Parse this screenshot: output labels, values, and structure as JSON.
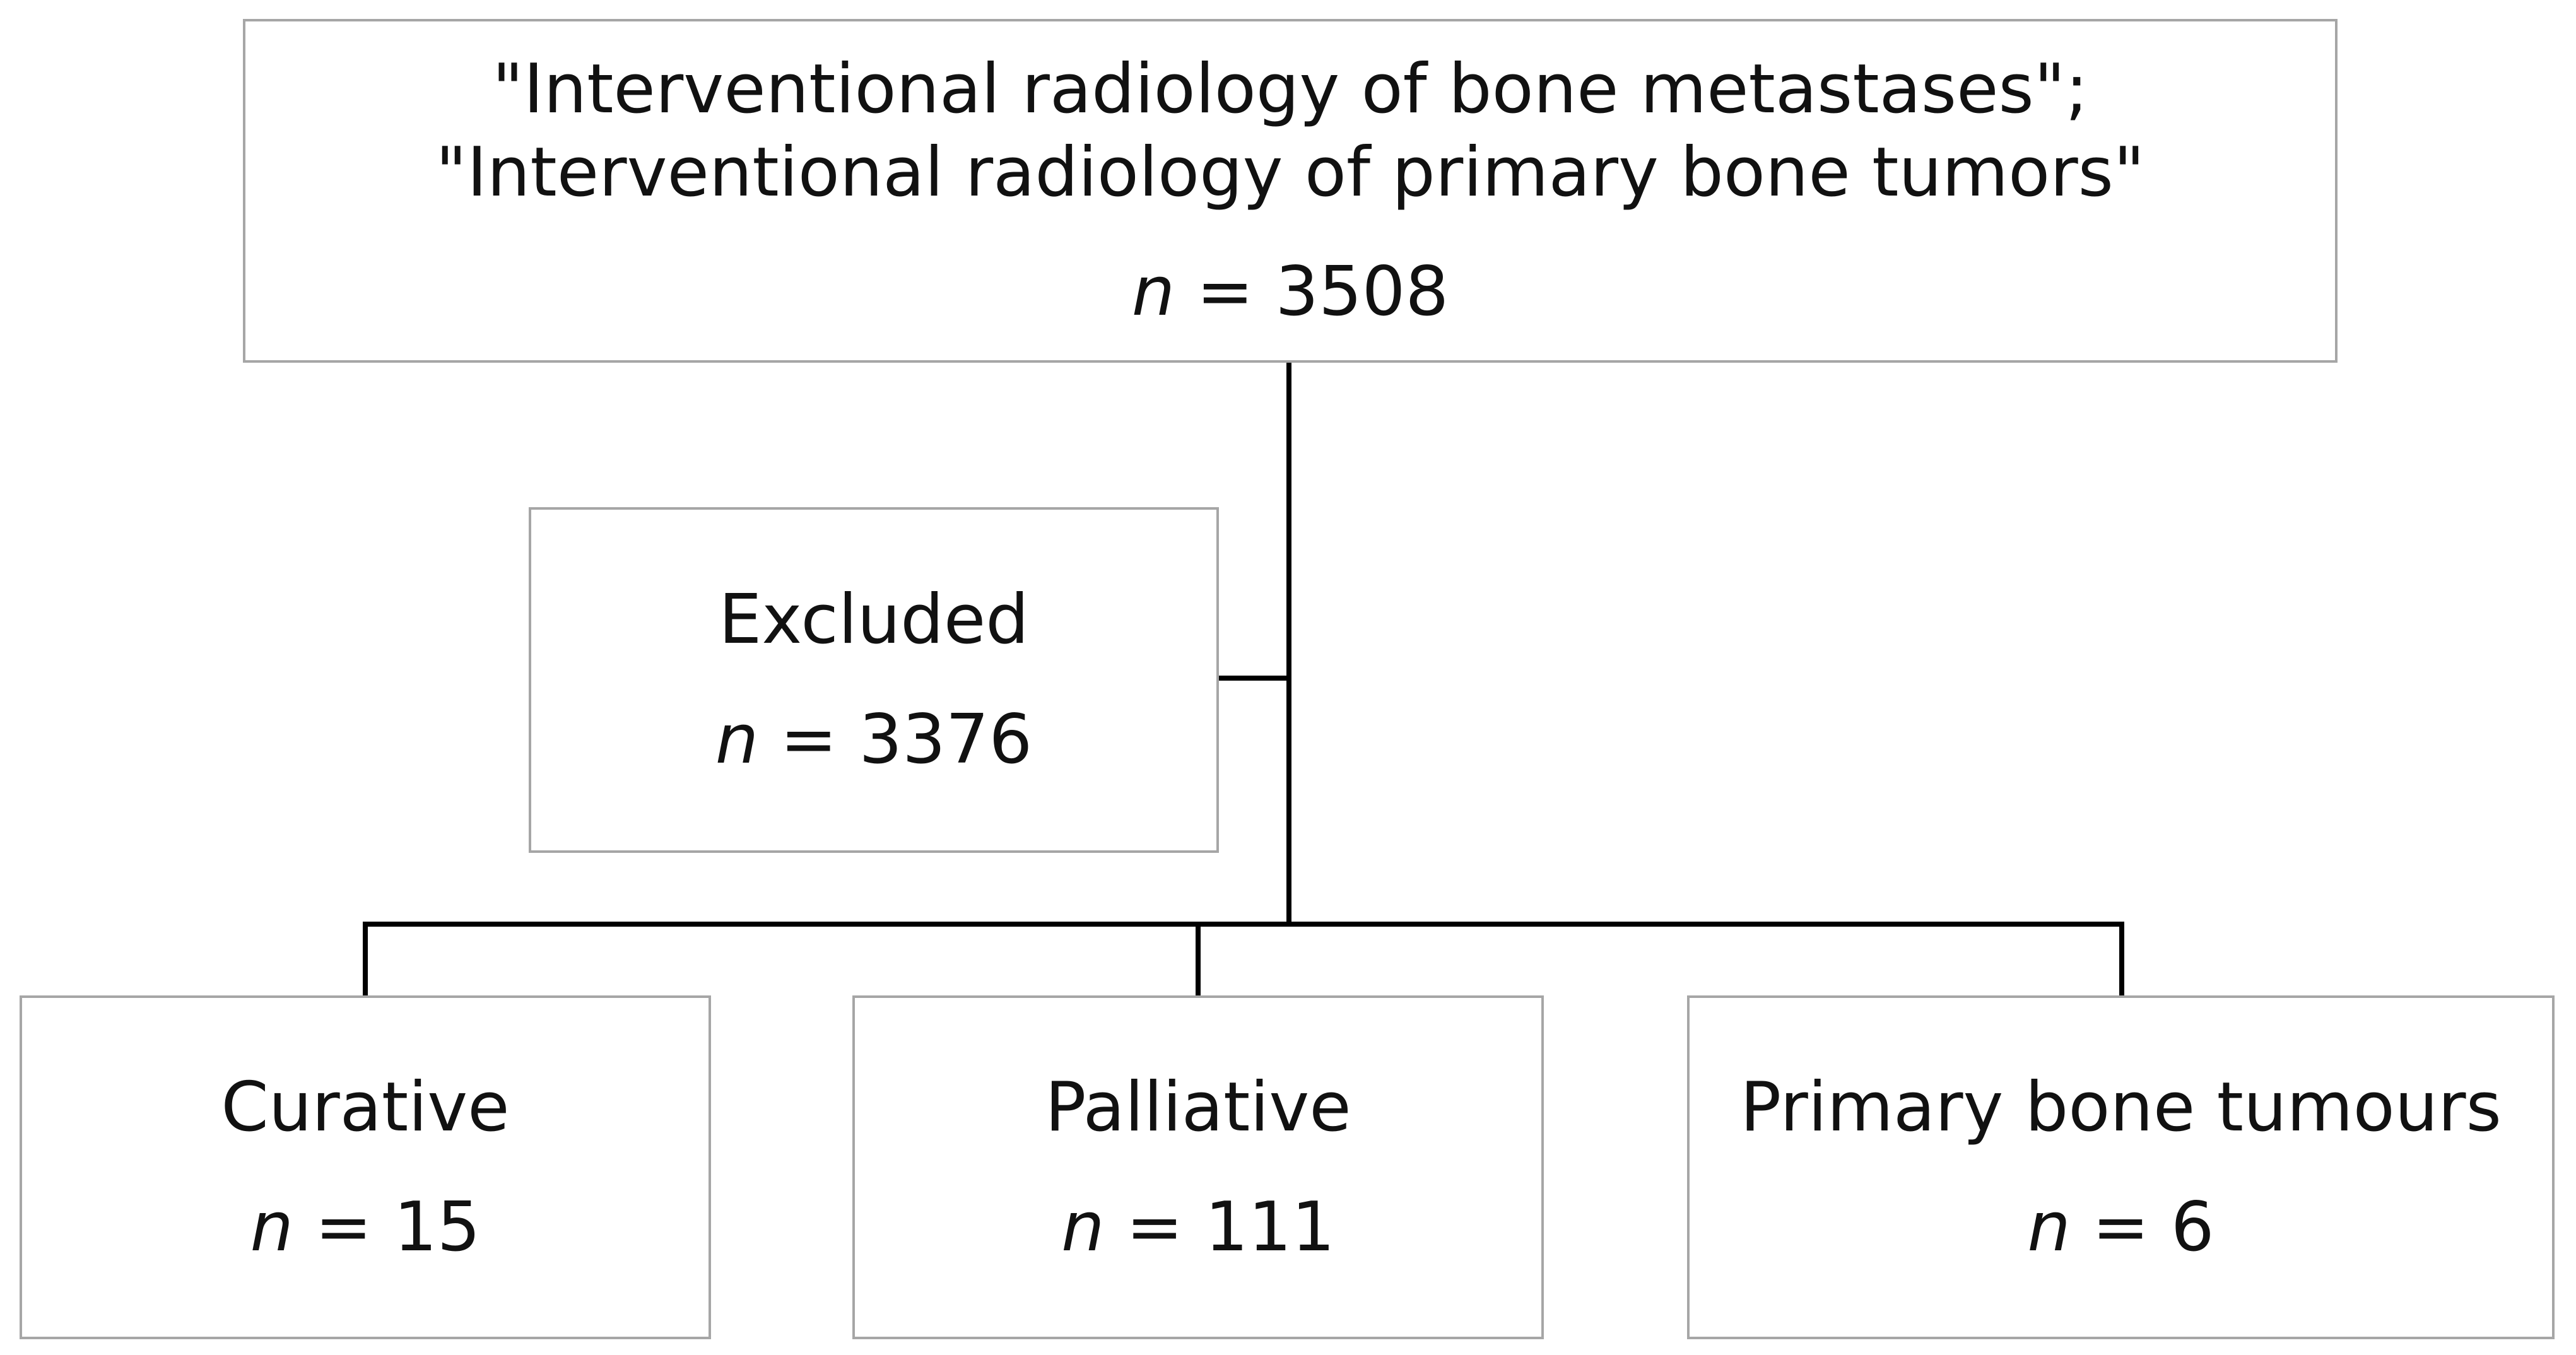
{
  "search_box": {
    "line1": "\"Interventional radiology of bone metastases\";",
    "line2": "\"Interventional radiology of primary bone tumors\"",
    "n_symbol": "n",
    "count_text": " = 3508"
  },
  "excluded_box": {
    "label": "Excluded",
    "n_symbol": "n",
    "count_text": " = 3376"
  },
  "outcome_boxes": [
    {
      "label": "Curative",
      "n_symbol": "n",
      "count_text": " = 15"
    },
    {
      "label": "Palliative",
      "n_symbol": "n",
      "count_text": " = 111"
    },
    {
      "label": "Primary bone tumours",
      "n_symbol": "n",
      "count_text": " = 6"
    }
  ],
  "colors": {
    "box_border": "#a6a6a6",
    "connector": "#000000",
    "text": "#111111"
  }
}
